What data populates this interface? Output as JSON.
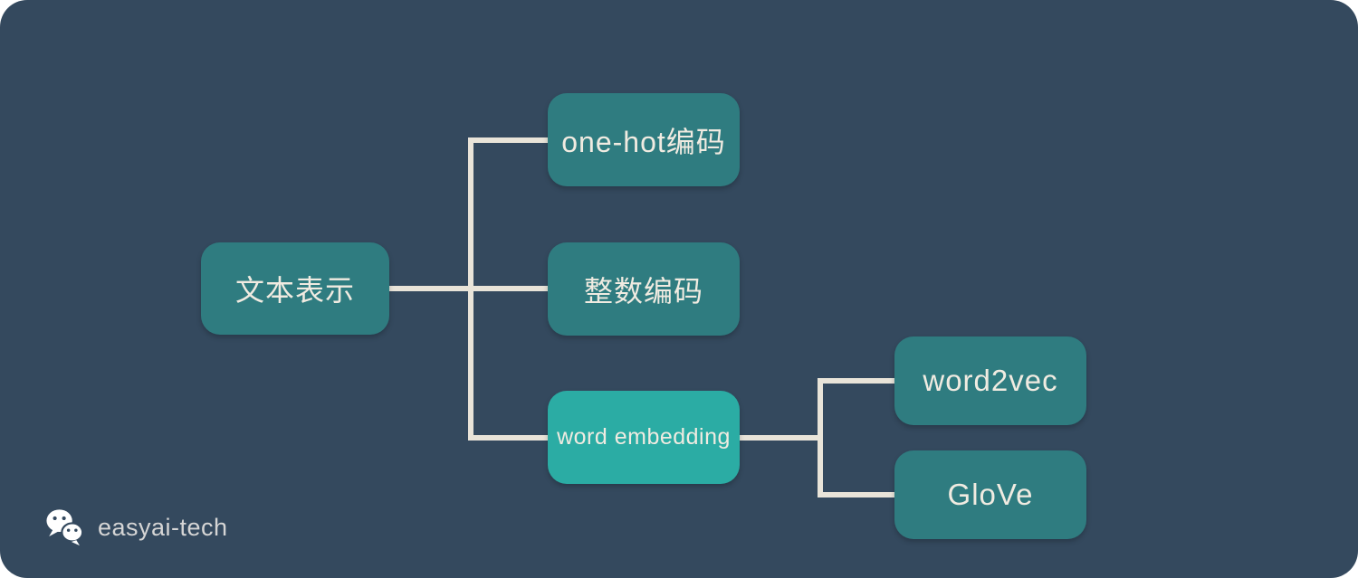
{
  "colors": {
    "background": "#34495E",
    "node_fill": "#2F7C80",
    "node_highlight_fill": "#2BACA4",
    "connector": "#E9E4D9",
    "node_text": "#F0EBE1",
    "watermark_text": "#D5D5D5"
  },
  "mindmap": {
    "root": {
      "label": "文本表示"
    },
    "children": [
      {
        "label": "one-hot编码"
      },
      {
        "label": "整数编码"
      },
      {
        "label": "word embedding",
        "highlighted": true,
        "children": [
          {
            "label": "word2vec"
          },
          {
            "label": "GloVe"
          }
        ]
      }
    ]
  },
  "watermark": {
    "icon": "wechat-icon",
    "label": "easyai-tech"
  }
}
